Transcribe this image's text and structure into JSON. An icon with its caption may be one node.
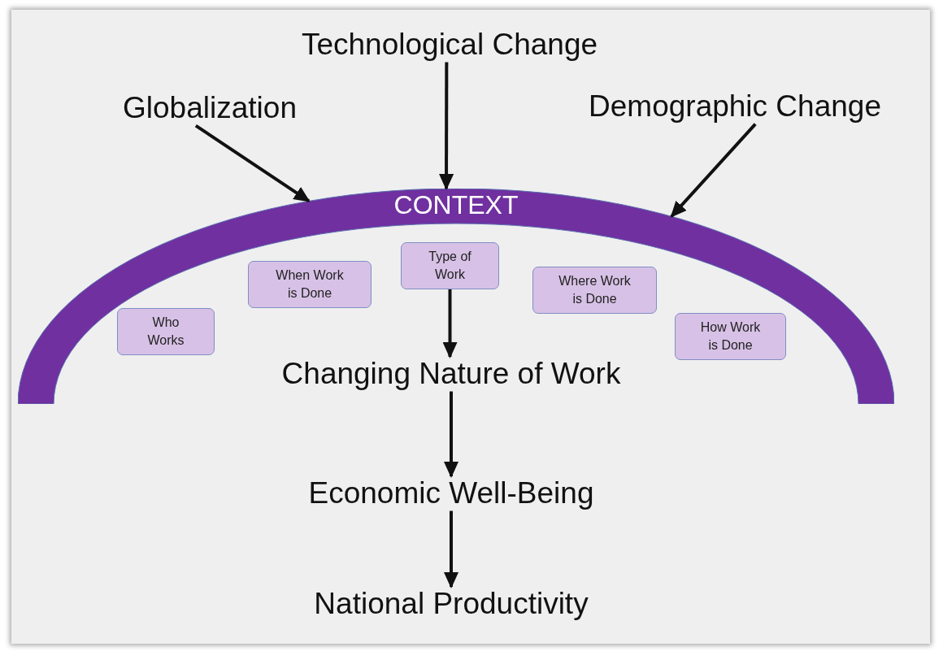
{
  "diagram": {
    "nodes": [
      {
        "text": [
          "Technological Change"
        ]
      },
      {
        "text": [
          "Globalization"
        ]
      },
      {
        "text": [
          "Demographic Change"
        ]
      },
      {
        "text": [
          "CONTEXT"
        ]
      },
      {
        "text": [
          "Who Works"
        ]
      },
      {
        "text": [
          "When Work is Done"
        ]
      },
      {
        "text": [
          "Type of Work"
        ]
      },
      {
        "text": [
          "Where Work is Done"
        ]
      },
      {
        "text": [
          "How Work is Done"
        ]
      },
      {
        "text": [
          "Changing Nature of Work"
        ]
      },
      {
        "text": [
          "Economic Well-Being"
        ]
      },
      {
        "text": [
          "National Productivity"
        ]
      }
    ],
    "edges": [
      {
        "from": 0,
        "to": 3,
        "arrow": "to"
      },
      {
        "from": 1,
        "to": 3,
        "arrow": "to"
      },
      {
        "from": 2,
        "to": 3,
        "arrow": "to"
      },
      {
        "from": 6,
        "to": 9,
        "arrow": "to"
      },
      {
        "from": 9,
        "to": 10,
        "arrow": "to"
      },
      {
        "from": 10,
        "to": 11,
        "arrow": "to"
      }
    ]
  }
}
